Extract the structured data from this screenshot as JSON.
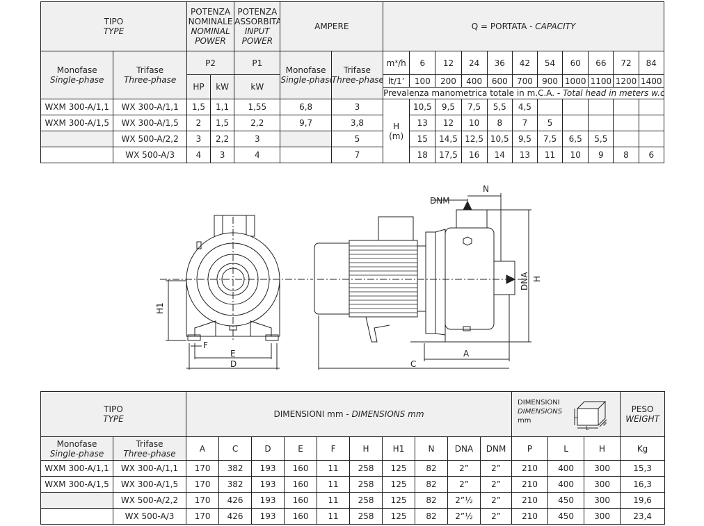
{
  "t1": {
    "tipo": "TIPO",
    "type": "TYPE",
    "pnom": [
      "POTENZA",
      "NOMINALE",
      "NOMINAL",
      "POWER"
    ],
    "pass": [
      "POTENZA",
      "ASSORBITA",
      "INPUT",
      "POWER"
    ],
    "ampere": "AMPERE",
    "portata": "Q = PORTATA - ",
    "capacity": "CAPACITY",
    "monofase": "Monofase",
    "single": "Single-phase",
    "trifase": "Trifase",
    "three": "Three-phase",
    "p2": "P2",
    "p1": "P1",
    "hp": "HP",
    "kw": "kW",
    "kw2": "kW",
    "m3h": "m³/h",
    "lt": "lt/1’",
    "q_m3h": [
      "6",
      "12",
      "24",
      "36",
      "42",
      "54",
      "60",
      "66",
      "72",
      "84"
    ],
    "q_lt": [
      "100",
      "200",
      "400",
      "600",
      "700",
      "900",
      "1000",
      "1100",
      "1200",
      "1400"
    ],
    "prevalenza": "Prevalenza manometrica totale in m.C.A. - ",
    "total_head": "Total head in meters w.c.",
    "h_unit": [
      "H",
      "(m)"
    ],
    "rows": [
      {
        "mono": "WXM 300-A/1,1",
        "tri": "WX 300-A/1,1",
        "hp": "1,5",
        "kw": "1,1",
        "p1": "1,55",
        "amp_m": "6,8",
        "amp_t": "3",
        "h": [
          "10,5",
          "9,5",
          "7,5",
          "5,5",
          "4,5",
          "",
          "",
          "",
          "",
          ""
        ]
      },
      {
        "mono": "WXM 300-A/1,5",
        "tri": "WX 300-A/1,5",
        "hp": "2",
        "kw": "1,5",
        "p1": "2,2",
        "amp_m": "9,7",
        "amp_t": "3,8",
        "h": [
          "13",
          "12",
          "10",
          "8",
          "7",
          "5",
          "",
          "",
          "",
          ""
        ]
      },
      {
        "mono": "",
        "tri": "WX 500-A/2,2",
        "hp": "3",
        "kw": "2,2",
        "p1": "3",
        "amp_m": "",
        "amp_t": "5",
        "h": [
          "15",
          "14,5",
          "12,5",
          "10,5",
          "9,5",
          "7,5",
          "6,5",
          "5,5",
          "",
          ""
        ]
      },
      {
        "mono": "",
        "tri": "WX 500-A/3",
        "hp": "4",
        "kw": "3",
        "p1": "4",
        "amp_m": "",
        "amp_t": "7",
        "h": [
          "18",
          "17,5",
          "16",
          "14",
          "13",
          "11",
          "10",
          "9",
          "8",
          "6"
        ]
      }
    ]
  },
  "drawing": {
    "labels": {
      "DNM": "DNM",
      "N": "N",
      "DNA": "DNA",
      "H": "H",
      "H1": "H1",
      "F": "F",
      "E": "E",
      "D": "D",
      "A": "A",
      "C": "C"
    }
  },
  "t2": {
    "tipo": "TIPO",
    "type": "TYPE",
    "dim": "DIMENSIONI mm - ",
    "dim_en": "DIMENSIONS mm",
    "box": [
      "DIMENSIONI",
      "DIMENSIONS",
      "mm"
    ],
    "box_letters": {
      "H": "H",
      "L": "L",
      "P": "P"
    },
    "peso": "PESO",
    "weight": "WEIGHT",
    "monofase": "Monofase",
    "single": "Single-phase",
    "trifase": "Trifase",
    "three": "Three-phase",
    "cols": [
      "A",
      "C",
      "D",
      "E",
      "F",
      "H",
      "H1",
      "N",
      "DNA",
      "DNM",
      "P",
      "L",
      "H",
      "Kg"
    ],
    "rows": [
      {
        "mono": "WXM 300-A/1,1",
        "tri": "WX 300-A/1,1",
        "v": [
          "170",
          "382",
          "193",
          "160",
          "11",
          "258",
          "125",
          "82",
          "2”",
          "2”",
          "210",
          "400",
          "300",
          "15,3"
        ]
      },
      {
        "mono": "WXM 300-A/1,5",
        "tri": "WX 300-A/1,5",
        "v": [
          "170",
          "382",
          "193",
          "160",
          "11",
          "258",
          "125",
          "82",
          "2”",
          "2”",
          "210",
          "400",
          "300",
          "16,3"
        ]
      },
      {
        "mono": "",
        "tri": "WX 500-A/2,2",
        "v": [
          "170",
          "426",
          "193",
          "160",
          "11",
          "258",
          "125",
          "82",
          "2”½",
          "2”",
          "210",
          "450",
          "300",
          "19,6"
        ]
      },
      {
        "mono": "",
        "tri": "WX 500-A/3",
        "v": [
          "170",
          "426",
          "193",
          "160",
          "11",
          "258",
          "125",
          "82",
          "2”½",
          "2”",
          "210",
          "450",
          "300",
          "23,4"
        ]
      }
    ]
  }
}
